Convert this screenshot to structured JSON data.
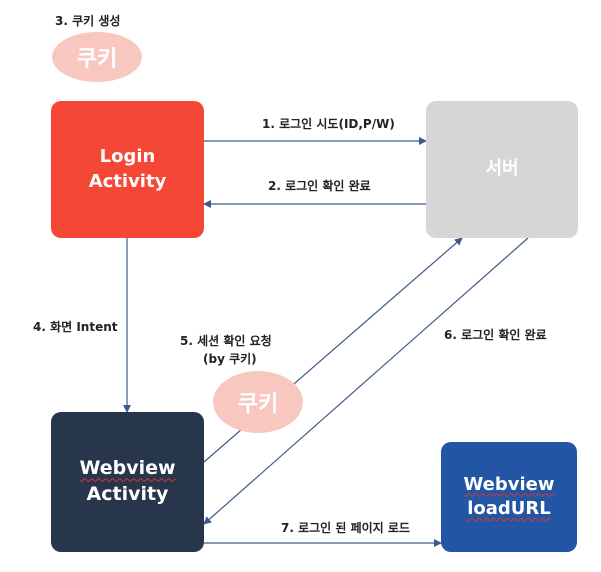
{
  "title": "3. 쿠키 생성",
  "cookie_top": "쿠키",
  "cookie_mid": "쿠키",
  "nodes": {
    "login": {
      "line1": "Login",
      "line2": "Activity",
      "color": "#f44736"
    },
    "server": {
      "label": "서버",
      "color": "#d6d6d6"
    },
    "webview": {
      "line1": "Webview",
      "line2": "Activity",
      "color": "#27364a"
    },
    "loadurl": {
      "line1": "Webview",
      "line2": "loadURL",
      "color": "#2255a4"
    }
  },
  "edges": {
    "e1": "1. 로그인 시도(ID,P/W)",
    "e2": "2. 로그인 확인 완료",
    "e4": "4. 화면 Intent",
    "e5_line1": "5. 세션 확인 요청",
    "e5_line2": "(by 쿠키)",
    "e6": "6. 로그인 확인 완료",
    "e7": "7. 로그인 된 페이지 로드"
  },
  "colors": {
    "arrow": "#3f5a8a",
    "cookie": "#f8c8c0"
  }
}
